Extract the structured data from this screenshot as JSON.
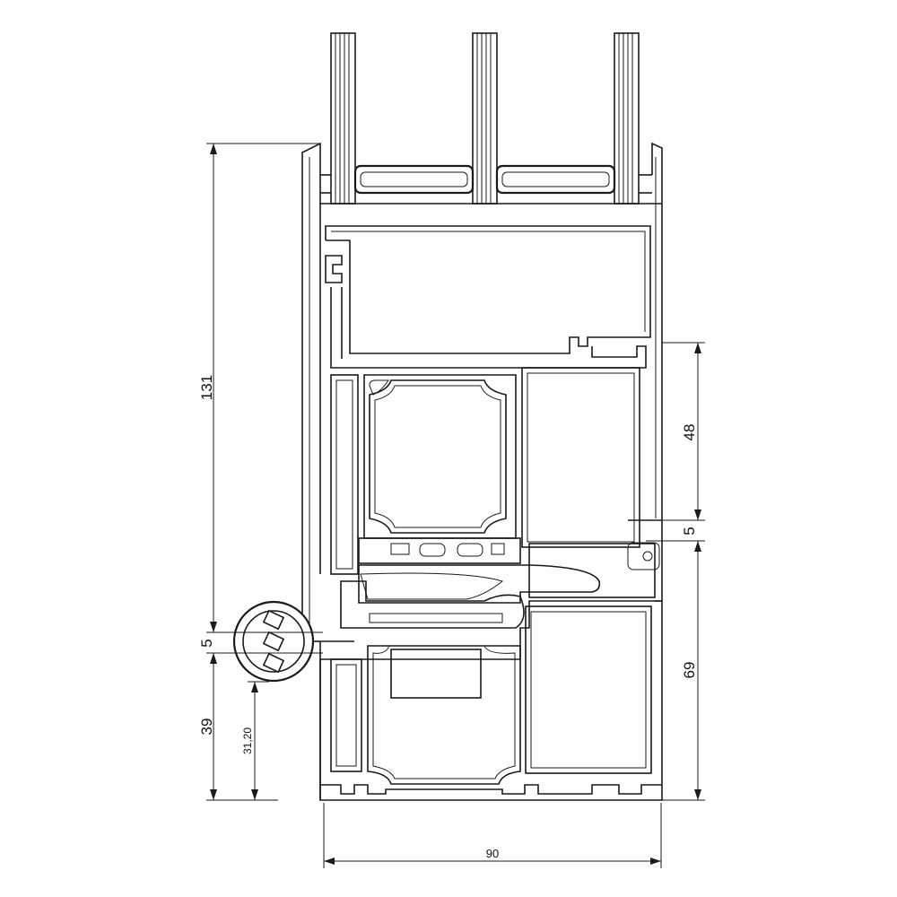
{
  "drawing": {
    "dimensions": {
      "overall_height": "131",
      "sash_top": "48",
      "gap_right": "5",
      "lower_right": "69",
      "gap_left": "5",
      "lower_left": "39",
      "handle_height": "31,20",
      "overall_width": "90"
    }
  },
  "colors": {
    "line": "#1a1a1a",
    "background": "#ffffff"
  }
}
